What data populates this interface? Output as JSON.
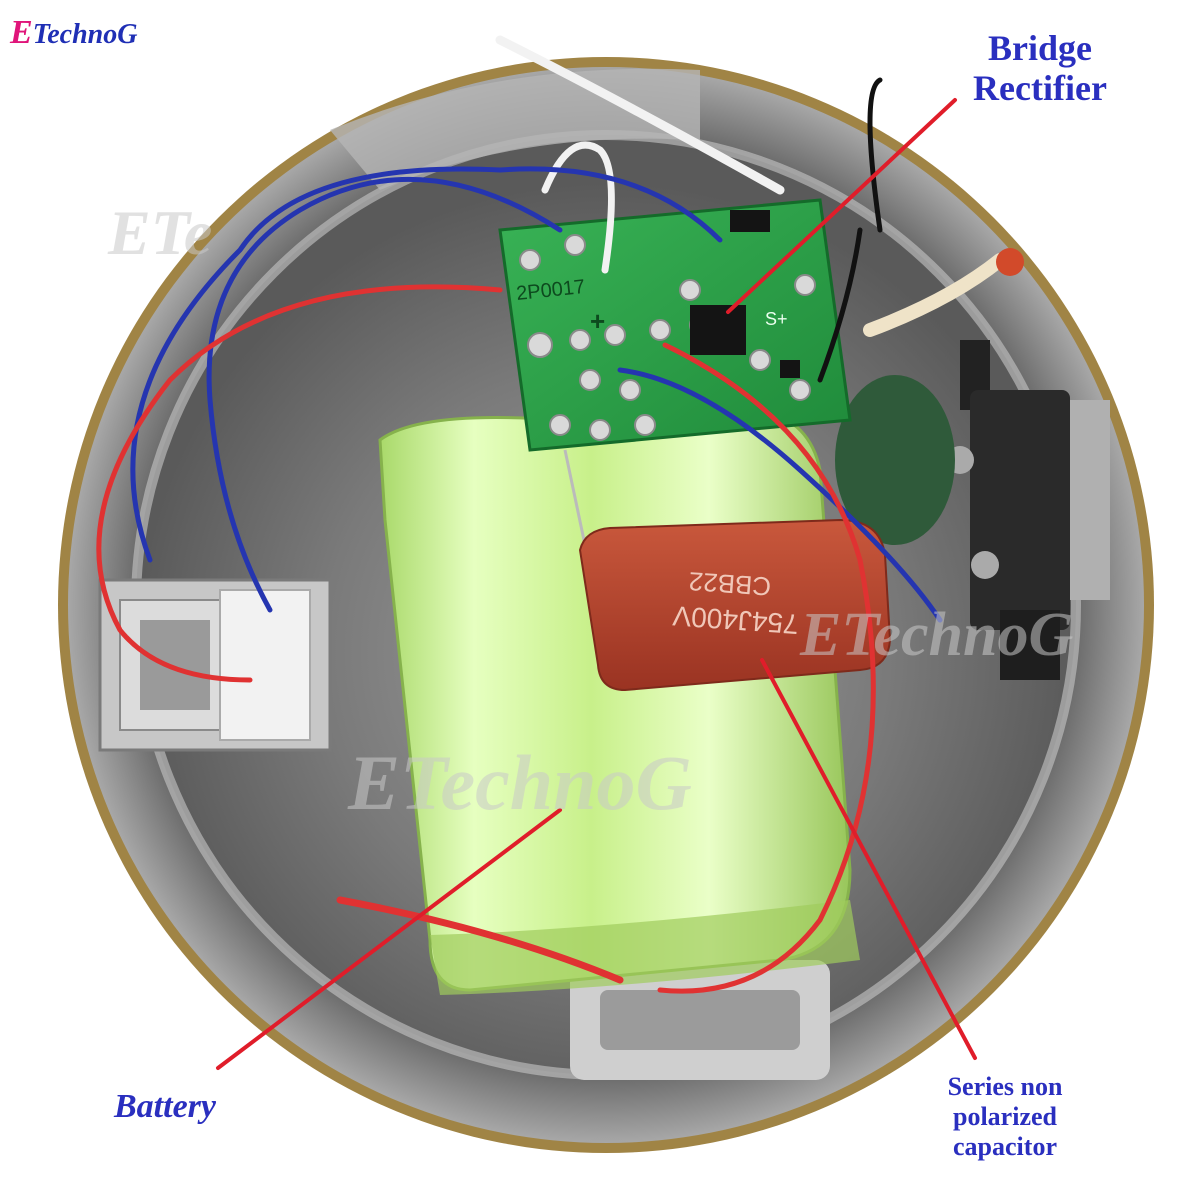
{
  "logo": {
    "initial": "E",
    "rest": "TechnoG"
  },
  "labels": {
    "bridge_line1": "Bridge",
    "bridge_line2": "Rectifier",
    "battery": "Battery",
    "cap_line1": "Series non",
    "cap_line2": "polarized",
    "cap_line3": "capacitor"
  },
  "watermarks": {
    "w1": "ETe",
    "w2": "ETechnoG",
    "w3": "ETechnoG"
  },
  "board_text": {
    "part": "2P0017",
    "plus": "+",
    "s_plus": "S+"
  },
  "capacitor_text": {
    "line1": "754J400V",
    "line2": "CBB22"
  },
  "colors": {
    "label_blue": "#2a2fbf",
    "pointer_red": "#e01d2a",
    "battery_green": "#c9f08a",
    "pcb_green": "#2fa84a",
    "capacitor_red": "#b8432d",
    "logo_pink": "#e0157a",
    "logo_blue": "#1f2fb5"
  }
}
